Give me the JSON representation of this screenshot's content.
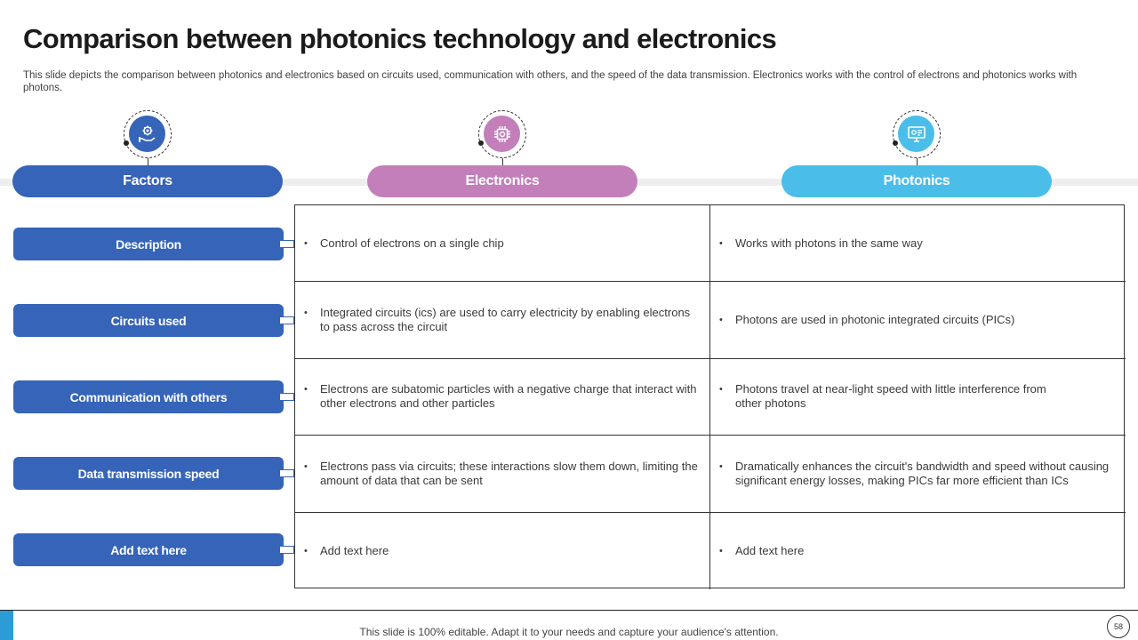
{
  "title": "Comparison between photonics technology and electronics",
  "subtitle": "This slide depicts the comparison between photonics and electronics based on circuits used, communication with others, and the speed of the data transmission. Electronics works with the control of electrons and photonics works with photons.",
  "colors": {
    "factors": "#3564b8",
    "electronics": "#c27fba",
    "photonics": "#4bbde9"
  },
  "headers": {
    "factors": {
      "label": "Factors",
      "icon": "hand-gear-icon"
    },
    "electronics": {
      "label": "Electronics",
      "icon": "chip-icon"
    },
    "photonics": {
      "label": "Photonics",
      "icon": "monitor-gear-icon"
    }
  },
  "rows": [
    {
      "factor": "Description",
      "electronics": "Control of electrons on a single chip",
      "photonics": "Works with photons in the same way"
    },
    {
      "factor": "Circuits used",
      "electronics": "Integrated circuits (ics) are used to carry electricity by enabling electrons to pass across the circuit",
      "photonics": "Photons are used in photonic integrated circuits (PICs)"
    },
    {
      "factor": "Communication with others",
      "electronics": "Electrons are subatomic particles with a negative charge that interact with other electrons and other particles",
      "photonics": "Photons travel at near-light speed with little interference from other photons"
    },
    {
      "factor": "Data transmission speed",
      "electronics": "Electrons pass via circuits; these interactions slow them down, limiting the amount of data that can be sent",
      "photonics": "Dramatically enhances the circuit's bandwidth and speed without causing significant energy losses, making PICs far more efficient than ICs"
    },
    {
      "factor": "Add text here",
      "electronics": "Add text here",
      "photonics": "Add text here"
    }
  ],
  "bullet": "•",
  "footer": "This slide is 100% editable. Adapt it to your needs and capture your audience's attention.",
  "page_number": "58"
}
